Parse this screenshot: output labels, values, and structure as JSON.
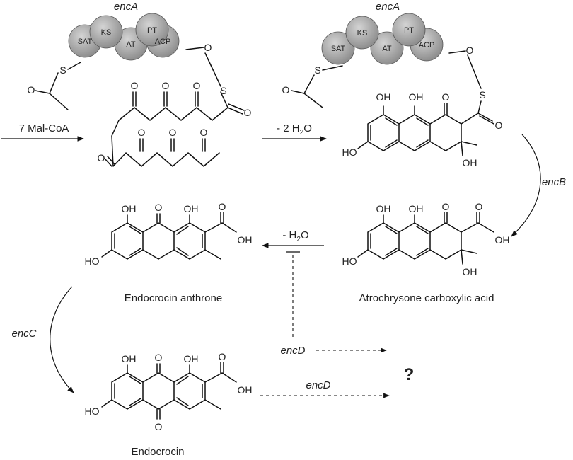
{
  "pks_complex": {
    "gene_label": "encA",
    "domains": [
      "SAT",
      "KS",
      "AT",
      "PT",
      "ACP"
    ],
    "linker_atoms": {
      "oxygen": "O",
      "sulfur": "S"
    }
  },
  "reagents": {
    "malonyl": "7 Mal-CoA",
    "dehydration_1": "- 2 H",
    "dehydration_1_sub": "2",
    "dehydration_1_tail": "O",
    "dehydration_2": "- H",
    "dehydration_2_sub": "2",
    "dehydration_2_tail": "O"
  },
  "genes": {
    "encB": "encB",
    "encC": "encC",
    "encD_upper": "encD",
    "encD_lower": "encD"
  },
  "compounds": {
    "atrochrysone": "Atrochrysone carboxylic acid",
    "anthrone": "Endocrocin anthrone",
    "endocrocin": "Endocrocin",
    "unknown": "?"
  },
  "atoms": {
    "O": "O",
    "OH": "OH",
    "HO": "HO",
    "S": "S"
  }
}
